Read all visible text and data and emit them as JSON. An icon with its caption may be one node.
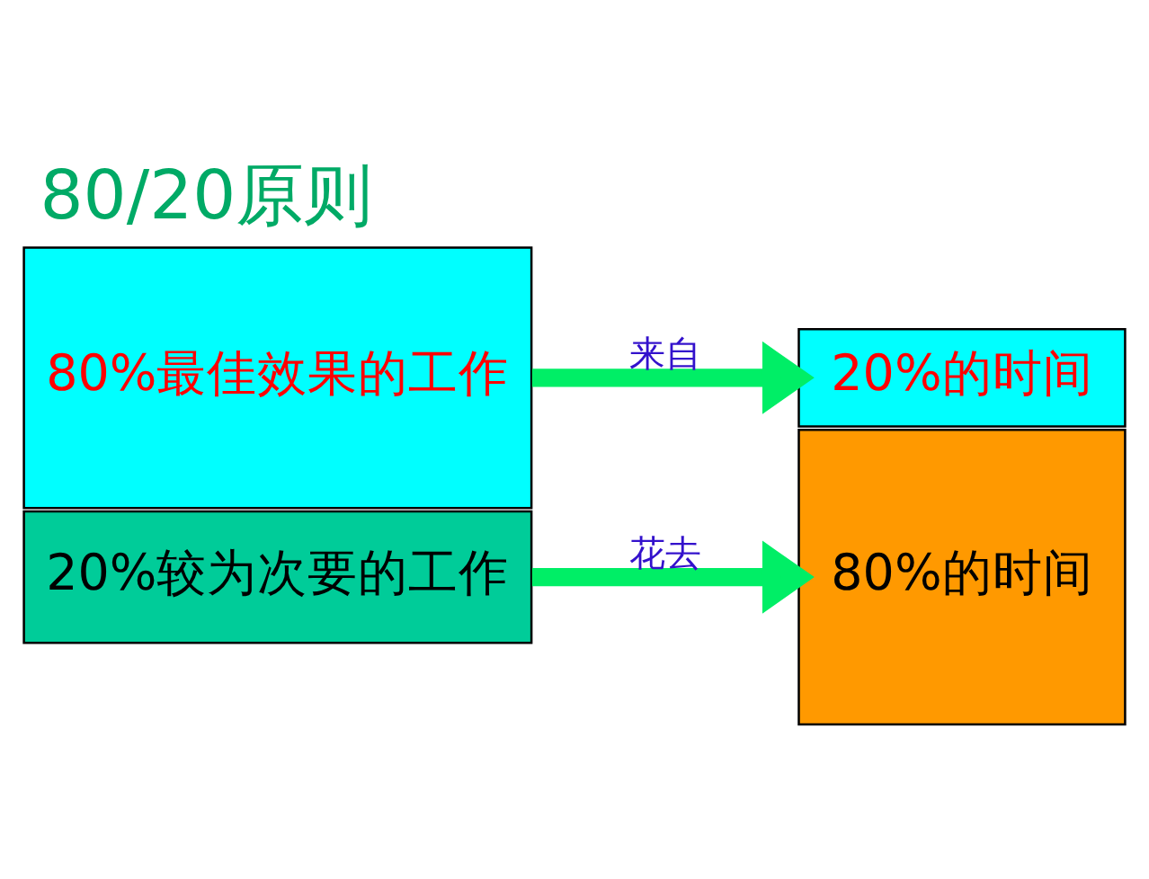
{
  "diagram": {
    "title": "80/20原则",
    "nodes": [
      {
        "text": [
          "80%最佳效果的工作"
        ]
      },
      {
        "text": [
          "20%较为次要的工作"
        ]
      },
      {
        "text": [
          "20%的时间"
        ]
      },
      {
        "text": [
          "80%的时间"
        ]
      }
    ],
    "edges": [
      {
        "from": 0,
        "to": 2,
        "arrow": "to",
        "label": "来自"
      },
      {
        "from": 1,
        "to": 3,
        "arrow": "to",
        "label": "花去"
      }
    ]
  }
}
